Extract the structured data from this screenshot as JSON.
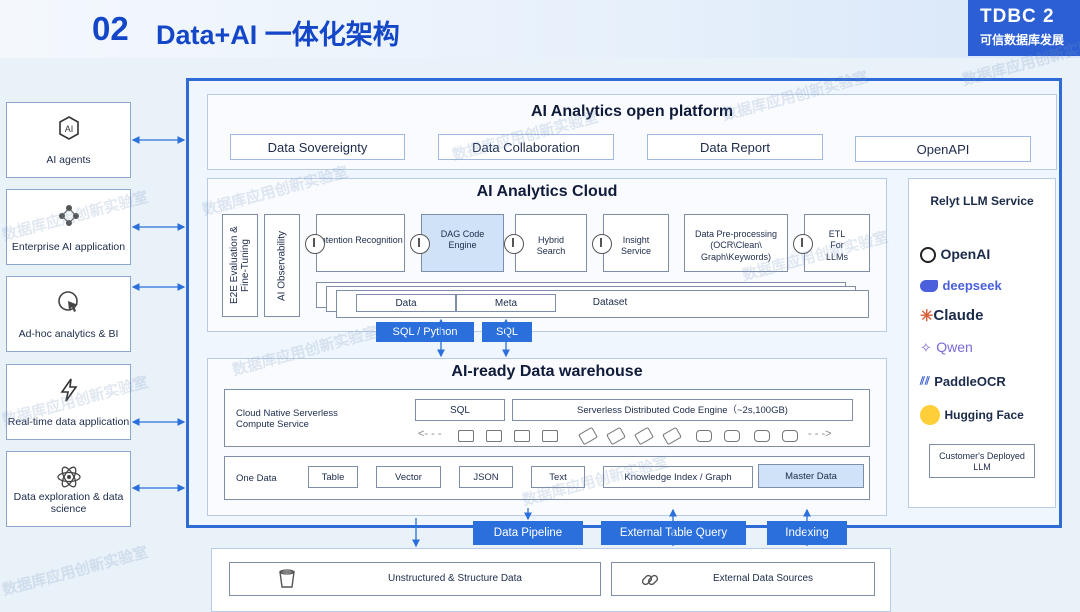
{
  "header": {
    "number": "02",
    "title": "Data+AI 一体化架构",
    "brand_top": "TDBC 2",
    "brand_sub": "可信数据库发展"
  },
  "left_apps": [
    {
      "icon": "ai-icon",
      "label": "AI agents"
    },
    {
      "icon": "network-icon",
      "label": "Enterprise AI application"
    },
    {
      "icon": "cursor-icon",
      "label": "Ad-hoc analytics & BI"
    },
    {
      "icon": "lightning-icon",
      "label": "Real-time data application"
    },
    {
      "icon": "atom-icon",
      "label": "Data exploration & data science"
    }
  ],
  "platform": {
    "title": "AI Analytics open platform",
    "items": [
      "Data Sovereignty",
      "Data Collaboration",
      "Data Report",
      "OpenAPI"
    ]
  },
  "cloud": {
    "title": "AI Analytics Cloud",
    "side": [
      "E2E Evaluation & Fine-Tuning",
      "AI Observability"
    ],
    "modules": [
      "Intention Recognition",
      "DAG Code Engine",
      "Hybrid Search",
      "Insight Service",
      "Data Pre-processing (OCR\\Clean\\ Graph\\Keywords)",
      "ETL For LLMs"
    ],
    "data_row": [
      "Data",
      "Meta",
      "Dataset"
    ]
  },
  "connectors": [
    "SQL / Python",
    "SQL"
  ],
  "warehouse": {
    "title": "AI-ready Data warehouse",
    "compute_label": "Cloud Native Serverless Compute Service",
    "sql": "SQL",
    "engine": "Serverless Distributed Code Engine（~2s,100GB)",
    "onedata_label": "One Data",
    "types": [
      "Table",
      "Vector",
      "JSON",
      "Text",
      "Knowledge Index / Graph",
      "Master Data"
    ]
  },
  "llm": {
    "title": "Relyt LLM Service",
    "providers": [
      "OpenAI",
      "deepseek",
      "Claude",
      "Qwen",
      "PaddleOCR",
      "Hugging Face"
    ],
    "custom": "Customer's Deployed LLM"
  },
  "bottom_tags": [
    "Data Pipeline",
    "External Table Query",
    "Indexing"
  ],
  "sources": [
    "Unstructured & Structure Data",
    "External Data Sources"
  ],
  "watermark": "数据库应用创新实验室",
  "colors": {
    "accent": "#2a6fdb",
    "title": "#1446c8",
    "frame": "#2f6bd6"
  }
}
